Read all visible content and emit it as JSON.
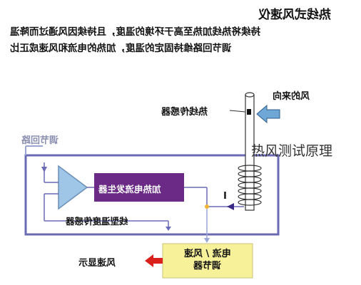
{
  "title": "热线式风速仪",
  "description_line1": "持续将热线加热至高于环境的温度，且持续因风通过而降温",
  "description_line2": "调节回路维持固定的温度，加热的电流和风速成正比",
  "labels": {
    "sensor": "热线传感器",
    "wind_direction": "风的来向",
    "loop": "调节回路",
    "generator": "加热电流发生器",
    "temp_sensor": "线型温度传感器",
    "current_marker": "I",
    "regulator_line1": "电流 / 风速",
    "regulator_line2": "调节器",
    "display": "风速显示"
  },
  "caption": "热风测试原理",
  "colors": {
    "loop": "#6b6bb5",
    "generator": "#6a2a86",
    "amplifier": "#9fc6e6",
    "regulator": "#f7f29a",
    "arrow_red": "#d9201a"
  }
}
